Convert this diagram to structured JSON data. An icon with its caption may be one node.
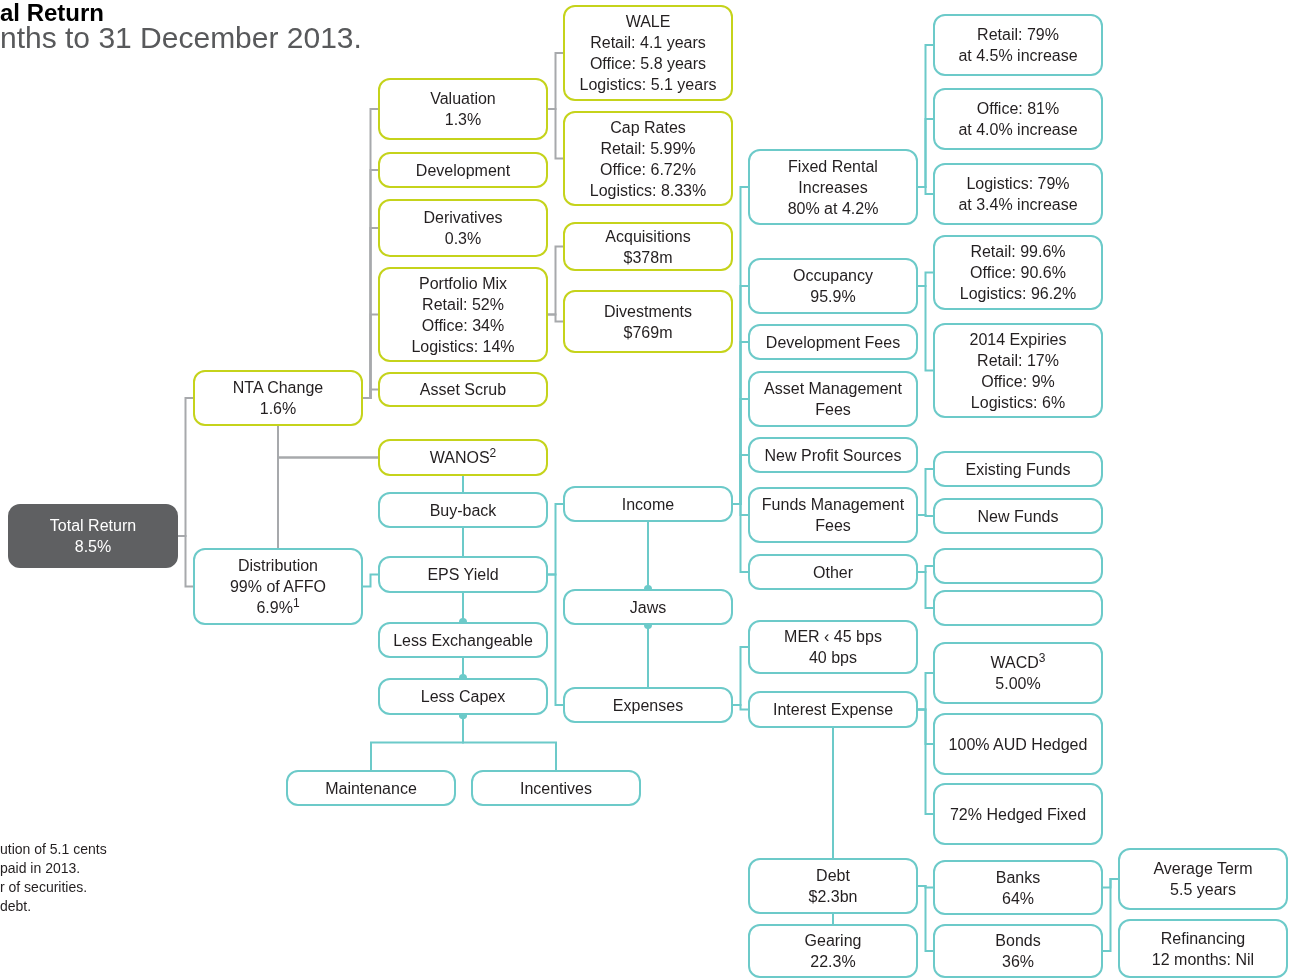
{
  "diagram": {
    "title": "al Return",
    "nodes": [
      {
        "text": [
          "Total Return",
          "8.5%"
        ]
      },
      {
        "text": [
          "NTA Change",
          "1.6%"
        ]
      },
      {
        "text": [
          "Distribution",
          "99% of AFFO",
          "6.9%$^{1}$"
        ]
      },
      {
        "text": [
          "Valuation",
          "1.3%"
        ]
      },
      {
        "text": [
          "Development"
        ]
      },
      {
        "text": [
          "Derivatives",
          "0.3%"
        ]
      },
      {
        "text": [
          "Portfolio Mix",
          "Retail: 52%",
          "Office: 34%",
          "Logistics: 14%"
        ]
      },
      {
        "text": [
          "Asset Scrub"
        ]
      },
      {
        "text": [
          "WALE",
          "Retail: 4.1 years",
          "Office: 5.8 years",
          "Logistics: 5.1 years"
        ]
      },
      {
        "text": [
          "Cap Rates",
          "Retail: 5.99%",
          "Office: 6.72%",
          "Logistics: 8.33%"
        ]
      },
      {
        "text": [
          "Acquisitions",
          "$378m"
        ]
      },
      {
        "text": [
          "Divestments",
          "$769m"
        ]
      },
      {
        "text": [
          "WANOS$^{2}$"
        ]
      },
      {
        "text": [
          "Buy-back"
        ]
      },
      {
        "text": [
          "EPS Yield"
        ]
      },
      {
        "text": [
          "Less Exchangeable"
        ]
      },
      {
        "text": [
          "Less Capex"
        ]
      },
      {
        "text": [
          "Maintenance"
        ]
      },
      {
        "text": [
          "Incentives"
        ]
      },
      {
        "text": [
          "Income"
        ]
      },
      {
        "text": [
          "Jaws"
        ]
      },
      {
        "text": [
          "Expenses"
        ]
      },
      {
        "text": [
          "Fixed Rental Increases",
          "80% at 4.2%"
        ]
      },
      {
        "text": [
          "Occupancy",
          "95.9%"
        ]
      },
      {
        "text": [
          "Development Fees"
        ]
      },
      {
        "text": [
          "Asset Management Fees"
        ]
      },
      {
        "text": [
          "New Profit Sources"
        ]
      },
      {
        "text": [
          "Funds Management Fees"
        ]
      },
      {
        "text": [
          "Other"
        ]
      },
      {
        "text": [
          "MER ‹ 45 bps",
          "40 bps"
        ]
      },
      {
        "text": [
          "Interest Expense"
        ]
      },
      {
        "text": [
          "Debt",
          "$2.3bn"
        ]
      },
      {
        "text": [
          "Gearing",
          "22.3%"
        ]
      },
      {
        "text": [
          "Retail: 79%",
          "at 4.5% increase"
        ]
      },
      {
        "text": [
          "Office: 81%",
          "at 4.0% increase"
        ]
      },
      {
        "text": [
          "Logistics: 79%",
          "at 3.4% increase"
        ]
      },
      {
        "text": [
          "Retail: 99.6%",
          "Office: 90.6%",
          "Logistics: 96.2%"
        ]
      },
      {
        "text": [
          "2014 Expiries",
          "Retail: 17%",
          "Office: 9%",
          "Logistics: 6%"
        ]
      },
      {
        "text": [
          "Existing Funds"
        ]
      },
      {
        "text": [
          "New Funds"
        ]
      },
      {
        "text": [],
        "shape": "box"
      },
      {
        "text": [],
        "shape": "box"
      },
      {
        "text": [
          "WACD$^{3}$",
          "5.00%"
        ]
      },
      {
        "text": [
          "100% AUD Hedged"
        ]
      },
      {
        "text": [
          "72% Hedged Fixed"
        ]
      },
      {
        "text": [
          "Banks",
          "64%"
        ]
      },
      {
        "text": [
          "Bonds",
          "36%"
        ]
      },
      {
        "text": [
          "Average Term",
          "5.5 years"
        ]
      },
      {
        "text": [
          "Refinancing",
          "12 months: Nil"
        ]
      }
    ],
    "edges": [
      {
        "from": 0,
        "to": 1,
        "arrow": "none",
        "color": "#a7a9ac"
      },
      {
        "from": 0,
        "to": 2,
        "arrow": "none",
        "color": "#a7a9ac"
      },
      {
        "from": 1,
        "to": 12,
        "arrow": "none",
        "color": "#a7a9ac"
      },
      {
        "from": 2,
        "to": 12,
        "arrow": "none",
        "color": "#a7a9ac"
      },
      {
        "from": 1,
        "to": 3,
        "arrow": "none",
        "color": "#a7a9ac"
      },
      {
        "from": 1,
        "to": 4,
        "arrow": "none",
        "color": "#a7a9ac"
      },
      {
        "from": 1,
        "to": 5,
        "arrow": "none",
        "color": "#a7a9ac"
      },
      {
        "from": 1,
        "to": 6,
        "arrow": "none",
        "color": "#a7a9ac"
      },
      {
        "from": 1,
        "to": 7,
        "arrow": "none",
        "color": "#a7a9ac"
      },
      {
        "from": 3,
        "to": 8,
        "arrow": "none",
        "color": "#a7a9ac"
      },
      {
        "from": 3,
        "to": 9,
        "arrow": "none",
        "color": "#a7a9ac"
      },
      {
        "from": 6,
        "to": 10,
        "arrow": "none",
        "color": "#a7a9ac"
      },
      {
        "from": 6,
        "to": 11,
        "arrow": "none",
        "color": "#a7a9ac"
      },
      {
        "from": 12,
        "to": 13,
        "arrow": "none"
      },
      {
        "from": 13,
        "to": 14,
        "arrow": "none"
      },
      {
        "from": 2,
        "to": 14,
        "arrow": "none"
      },
      {
        "from": 14,
        "to": 15,
        "arrow": "other"
      },
      {
        "from": 15,
        "to": 16,
        "arrow": "other"
      },
      {
        "from": 17,
        "to": 16,
        "arrow": "other"
      },
      {
        "from": 18,
        "to": 16,
        "arrow": "other"
      },
      {
        "from": 14,
        "to": 19,
        "arrow": "none"
      },
      {
        "from": 14,
        "to": 21,
        "arrow": "none"
      },
      {
        "from": 19,
        "to": 20,
        "arrow": "other"
      },
      {
        "from": 21,
        "to": 20,
        "arrow": "other"
      },
      {
        "from": 19,
        "to": 22,
        "arrow": "none"
      },
      {
        "from": 19,
        "to": 23,
        "arrow": "none"
      },
      {
        "from": 19,
        "to": 24,
        "arrow": "none"
      },
      {
        "from": 19,
        "to": 25,
        "arrow": "none"
      },
      {
        "from": 19,
        "to": 26,
        "arrow": "none"
      },
      {
        "from": 19,
        "to": 27,
        "arrow": "none"
      },
      {
        "from": 19,
        "to": 28,
        "arrow": "none"
      },
      {
        "from": 21,
        "to": 29,
        "arrow": "none"
      },
      {
        "from": 21,
        "to": 30,
        "arrow": "none"
      },
      {
        "from": 30,
        "to": 31,
        "arrow": "none"
      },
      {
        "from": 31,
        "to": 32,
        "arrow": "none"
      },
      {
        "from": 22,
        "to": 33,
        "arrow": "none"
      },
      {
        "from": 22,
        "to": 34,
        "arrow": "none"
      },
      {
        "from": 22,
        "to": 35,
        "arrow": "none"
      },
      {
        "from": 23,
        "to": 36,
        "arrow": "none"
      },
      {
        "from": 23,
        "to": 37,
        "arrow": "none"
      },
      {
        "from": 27,
        "to": 38,
        "arrow": "none"
      },
      {
        "from": 27,
        "to": 39,
        "arrow": "none"
      },
      {
        "from": 28,
        "to": 40,
        "arrow": "none"
      },
      {
        "from": 28,
        "to": 41,
        "arrow": "none"
      },
      {
        "from": 30,
        "to": 42,
        "arrow": "none"
      },
      {
        "from": 30,
        "to": 43,
        "arrow": "none"
      },
      {
        "from": 30,
        "to": 44,
        "arrow": "none"
      },
      {
        "from": 31,
        "to": 45,
        "arrow": "none"
      },
      {
        "from": 31,
        "to": 46,
        "arrow": "none"
      },
      {
        "from": 45,
        "to": 47,
        "arrow": "none"
      },
      {
        "from": 46,
        "to": 47,
        "arrow": "none"
      }
    ],
    "labels": [
      "nths to 31 December 2013.",
      "ution of 5.1 cents",
      "paid in 2013.",
      "r of securities.",
      "debt."
    ]
  }
}
